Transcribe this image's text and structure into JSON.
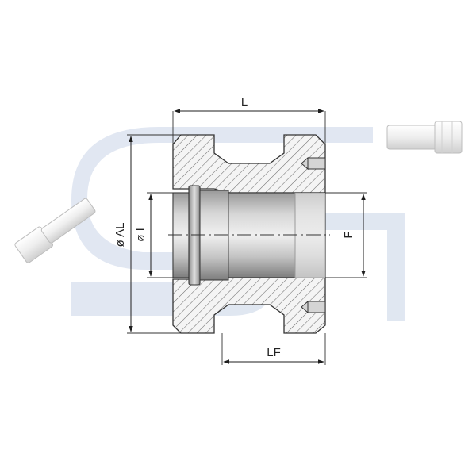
{
  "drawing": {
    "labels": {
      "length": "L",
      "outer_diameter": "ø AL",
      "inner_diameter": "ø I",
      "port_width": "F",
      "flange_length": "LF"
    },
    "colors": {
      "logo": "#dfe6f1",
      "hatch": "#6f6f6f",
      "body_fill": "#f2f2f2",
      "bore_dark": "#8f8f8f",
      "bore_light": "#dcdcdc",
      "dim_line": "#1e1e1e"
    }
  }
}
